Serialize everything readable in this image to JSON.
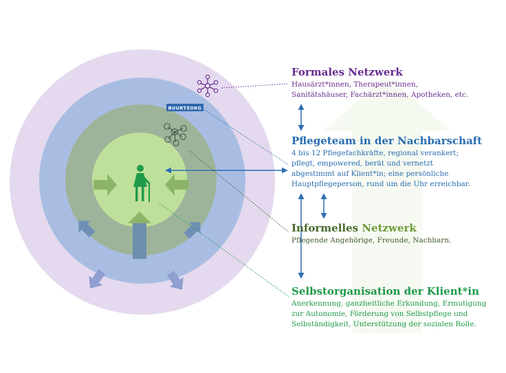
{
  "logo": {
    "text": "BUURTZORG"
  },
  "formal": {
    "title": "Formales Netzwerk",
    "lines": [
      "Hausärzt*innen, Therapeut*innen,",
      "Sanitätshäuser, Fachärzt*innen, Apotheken, etc."
    ]
  },
  "pflege": {
    "title": "Pflegeteam in der Nachbarschaft",
    "lines": [
      "4 bis 12 Pflegefachkräfte, regional verankert;",
      "pflegt, empowered, berät und vernetzt",
      "abgestimmt auf Klient*in; eine persönliche",
      "Hauptpflegeperson, rund um die Uhr erreichbar."
    ]
  },
  "informell": {
    "title_word1": "Informelles",
    "title_word2": "Netzwerk",
    "lines": [
      "Pflegende Angehörige, Freunde, Nachbarn."
    ]
  },
  "selbst": {
    "title": "Selbstorganisation der Klient*in",
    "lines": [
      "Anerkennung, ganzheitliche  Erkundung, Ermutigung",
      "zur Autonomie, Förderung von Selbstpflege und",
      "Selbständigkeit, Unterstützung der sozialen Rolle."
    ]
  },
  "colors": {
    "outer_ring": "#e4d9ee",
    "blue_ring": "#a9bde3",
    "green_ring": "#9db49a",
    "inner_circle": "#bfe09a",
    "figure": "#1f9a4a",
    "connector_blue": "#2f6db3",
    "formal_purple": "#6a2c91"
  },
  "icons": {
    "network": "network-nodes-icon",
    "team": "team-people-icon",
    "client": "elderly-person-icon",
    "logo": "buurtzorg-logo"
  }
}
